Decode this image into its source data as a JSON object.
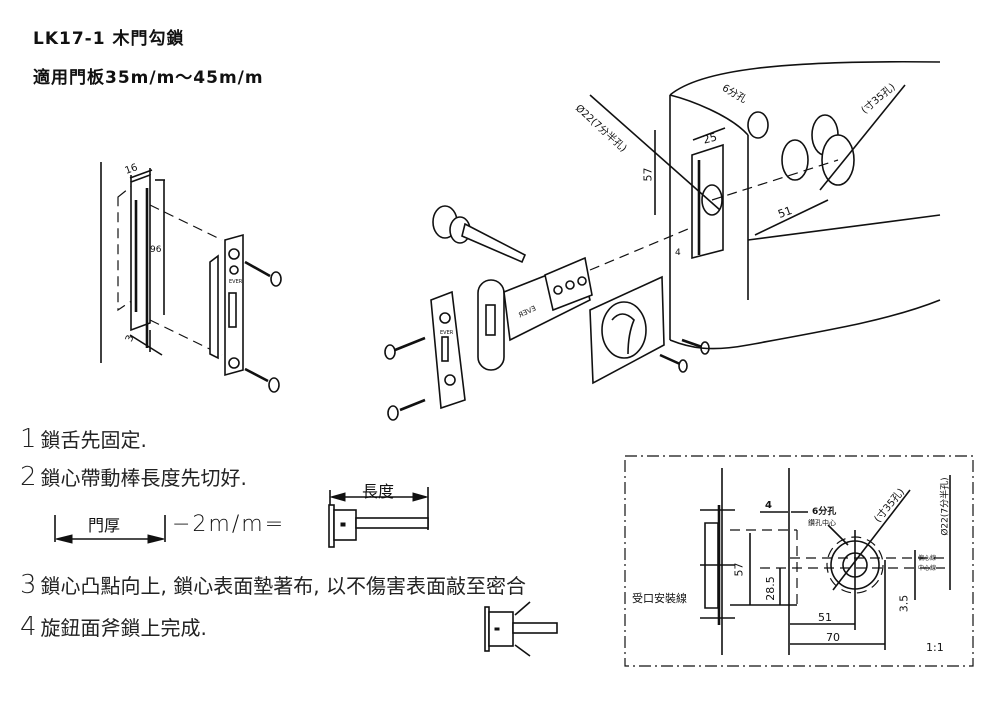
{
  "header": {
    "title": "LK17-1 木門勾鎖",
    "subtitle": "適用門板35m/m～45m/m"
  },
  "steps": [
    {
      "num": "1",
      "text": "鎖舌先固定."
    },
    {
      "num": "2",
      "text": "鎖心帶動棒長度先切好."
    },
    {
      "num": "3",
      "text": "鎖心凸點向上, 鎖心表面墊著布, 以不傷害表面敲至密合"
    },
    {
      "num": "4",
      "text": "旋鈕面斧鎖上完成."
    }
  ],
  "formula": {
    "door_thickness_label": "門厚",
    "minus_text": "−2m/m=",
    "length_label": "長度"
  },
  "strike_diagram": {
    "dim_width": "16",
    "dim_height": "96",
    "dim_depth": "3",
    "brand": "EVER"
  },
  "exploded_view": {
    "brand": "EVER"
  },
  "door_prep_diagram": {
    "hole_22": "Ø22(7分半孔)",
    "hole_6": "6分孔",
    "hole_35": "(寸35孔)",
    "dim_25": "25",
    "dim_57": "57",
    "dim_51": "51",
    "dim_4": "4"
  },
  "section_diagram": {
    "dim_4": "4",
    "hole_6": "6分孔",
    "hole_center": "鑽孔中心",
    "hole_35": "(寸35孔)",
    "hole_22": "Ø22(7分半孔)",
    "offset_line": "偏心線",
    "center_line": "中心線",
    "dim_57": "57",
    "dim_28_5": "28.5",
    "dim_3_5": "3.5",
    "dim_51": "51",
    "dim_70": "70",
    "strike_line": "受口安裝線",
    "scale": "1:1"
  }
}
